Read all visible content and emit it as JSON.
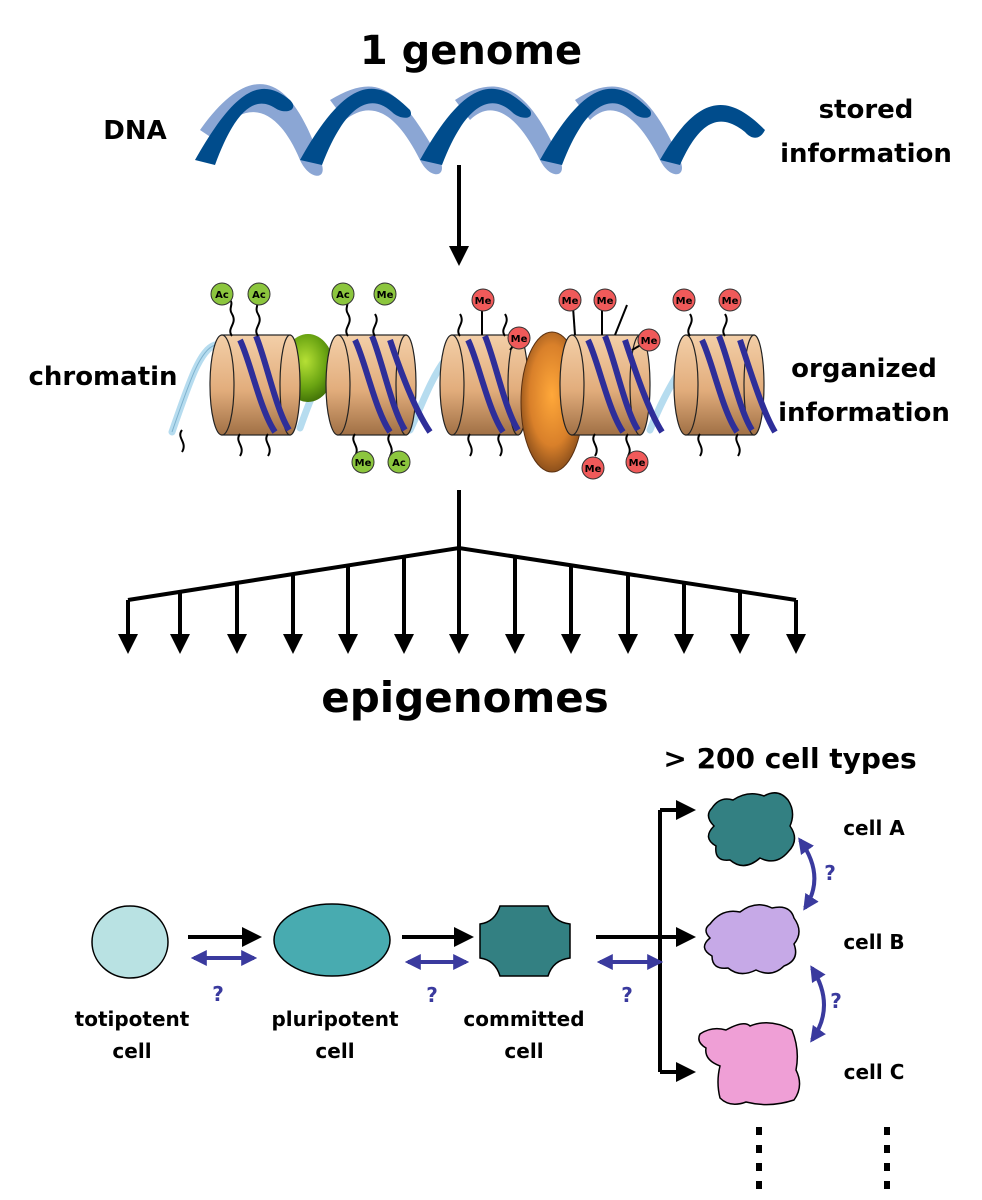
{
  "title": "1 genome",
  "dna": {
    "left_label": "DNA",
    "right_label_line1": "stored",
    "right_label_line2": "information"
  },
  "chromatin": {
    "left_label": "chromatin",
    "right_label_line1": "organized",
    "right_label_line2": "information"
  },
  "epigenomes_label": "epigenomes",
  "cell_types_label": "> 200 cell types",
  "marks": {
    "acetyl": "Ac",
    "methyl": "Me"
  },
  "question_mark": "?",
  "cells": {
    "totipotent": {
      "line1": "totipotent",
      "line2": "cell"
    },
    "pluripotent": {
      "line1": "pluripotent",
      "line2": "cell"
    },
    "committed": {
      "line1": "committed",
      "line2": "cell"
    },
    "cell_a": "cell A",
    "cell_b": "cell B",
    "cell_c": "cell C"
  },
  "colors": {
    "dna_dark": "#004c8c",
    "dna_light": "#8ba6d4",
    "nucleosome": "#e8b98e",
    "wrap_dna": "#2e2e99",
    "acetyl_green": "#8cc63e",
    "methyl_red": "#f05a5a",
    "totipotent": "#b9e2e3",
    "pluripotent": "#48abb0",
    "committed": "#338082",
    "cell_a": "#338082",
    "cell_b": "#c6a9e7",
    "cell_c": "#ef9fd6",
    "arrow_blue": "#3a3a9e"
  }
}
